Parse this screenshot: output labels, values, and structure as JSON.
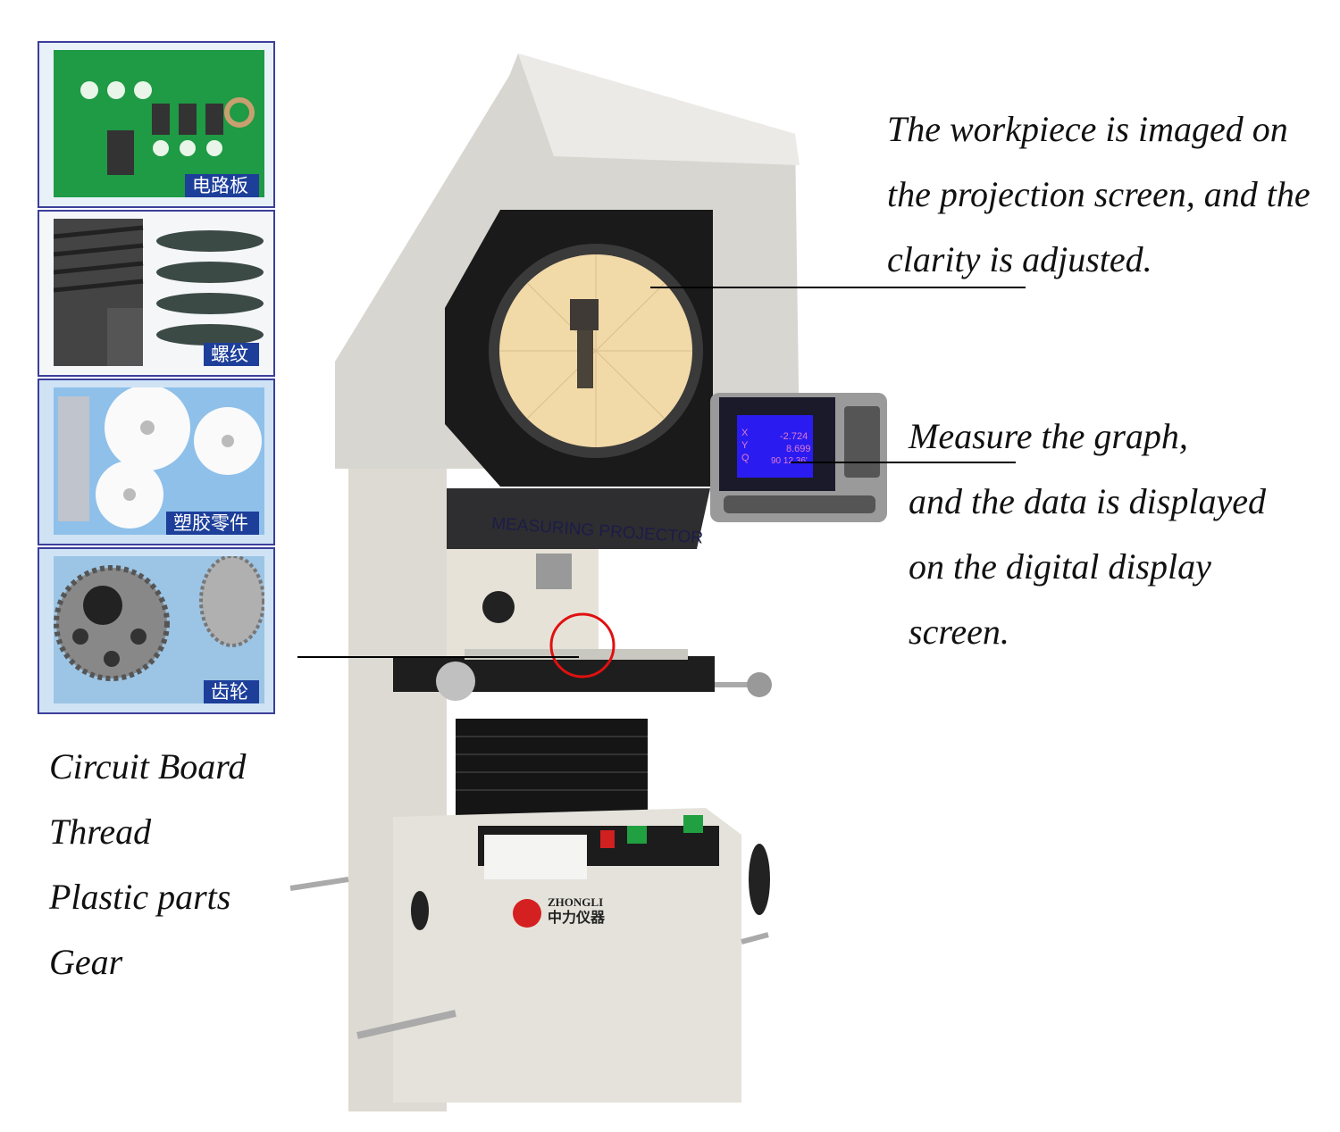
{
  "thumbnails": [
    {
      "tag": "电路板",
      "subject": "circuit board"
    },
    {
      "tag": "螺纹",
      "subject": "thread"
    },
    {
      "tag": "塑胶零件",
      "subject": "plastic parts"
    },
    {
      "tag": "齿轮",
      "subject": "gear"
    }
  ],
  "labels": [
    "Circuit Board",
    "Thread",
    "Plastic parts",
    "Gear"
  ],
  "annotations": {
    "screen": [
      "The workpiece is imaged on",
      "the projection screen, and the",
      "clarity is adjusted."
    ],
    "display": [
      "Measure the graph,",
      "and the data is displayed",
      "on the digital display",
      "screen."
    ]
  },
  "machine": {
    "nameplate": "MEASURING PROJECTOR",
    "brand_en": "ZHONGLI",
    "brand_cn": "中力仪器",
    "readout": {
      "x_label": "X",
      "x": "-2.724",
      "y_label": "Y",
      "y": "8.699",
      "q_label": "Q",
      "q": "90 12.36'"
    },
    "display_color": "#2a1cf0",
    "highlight_color": "#e01010"
  }
}
